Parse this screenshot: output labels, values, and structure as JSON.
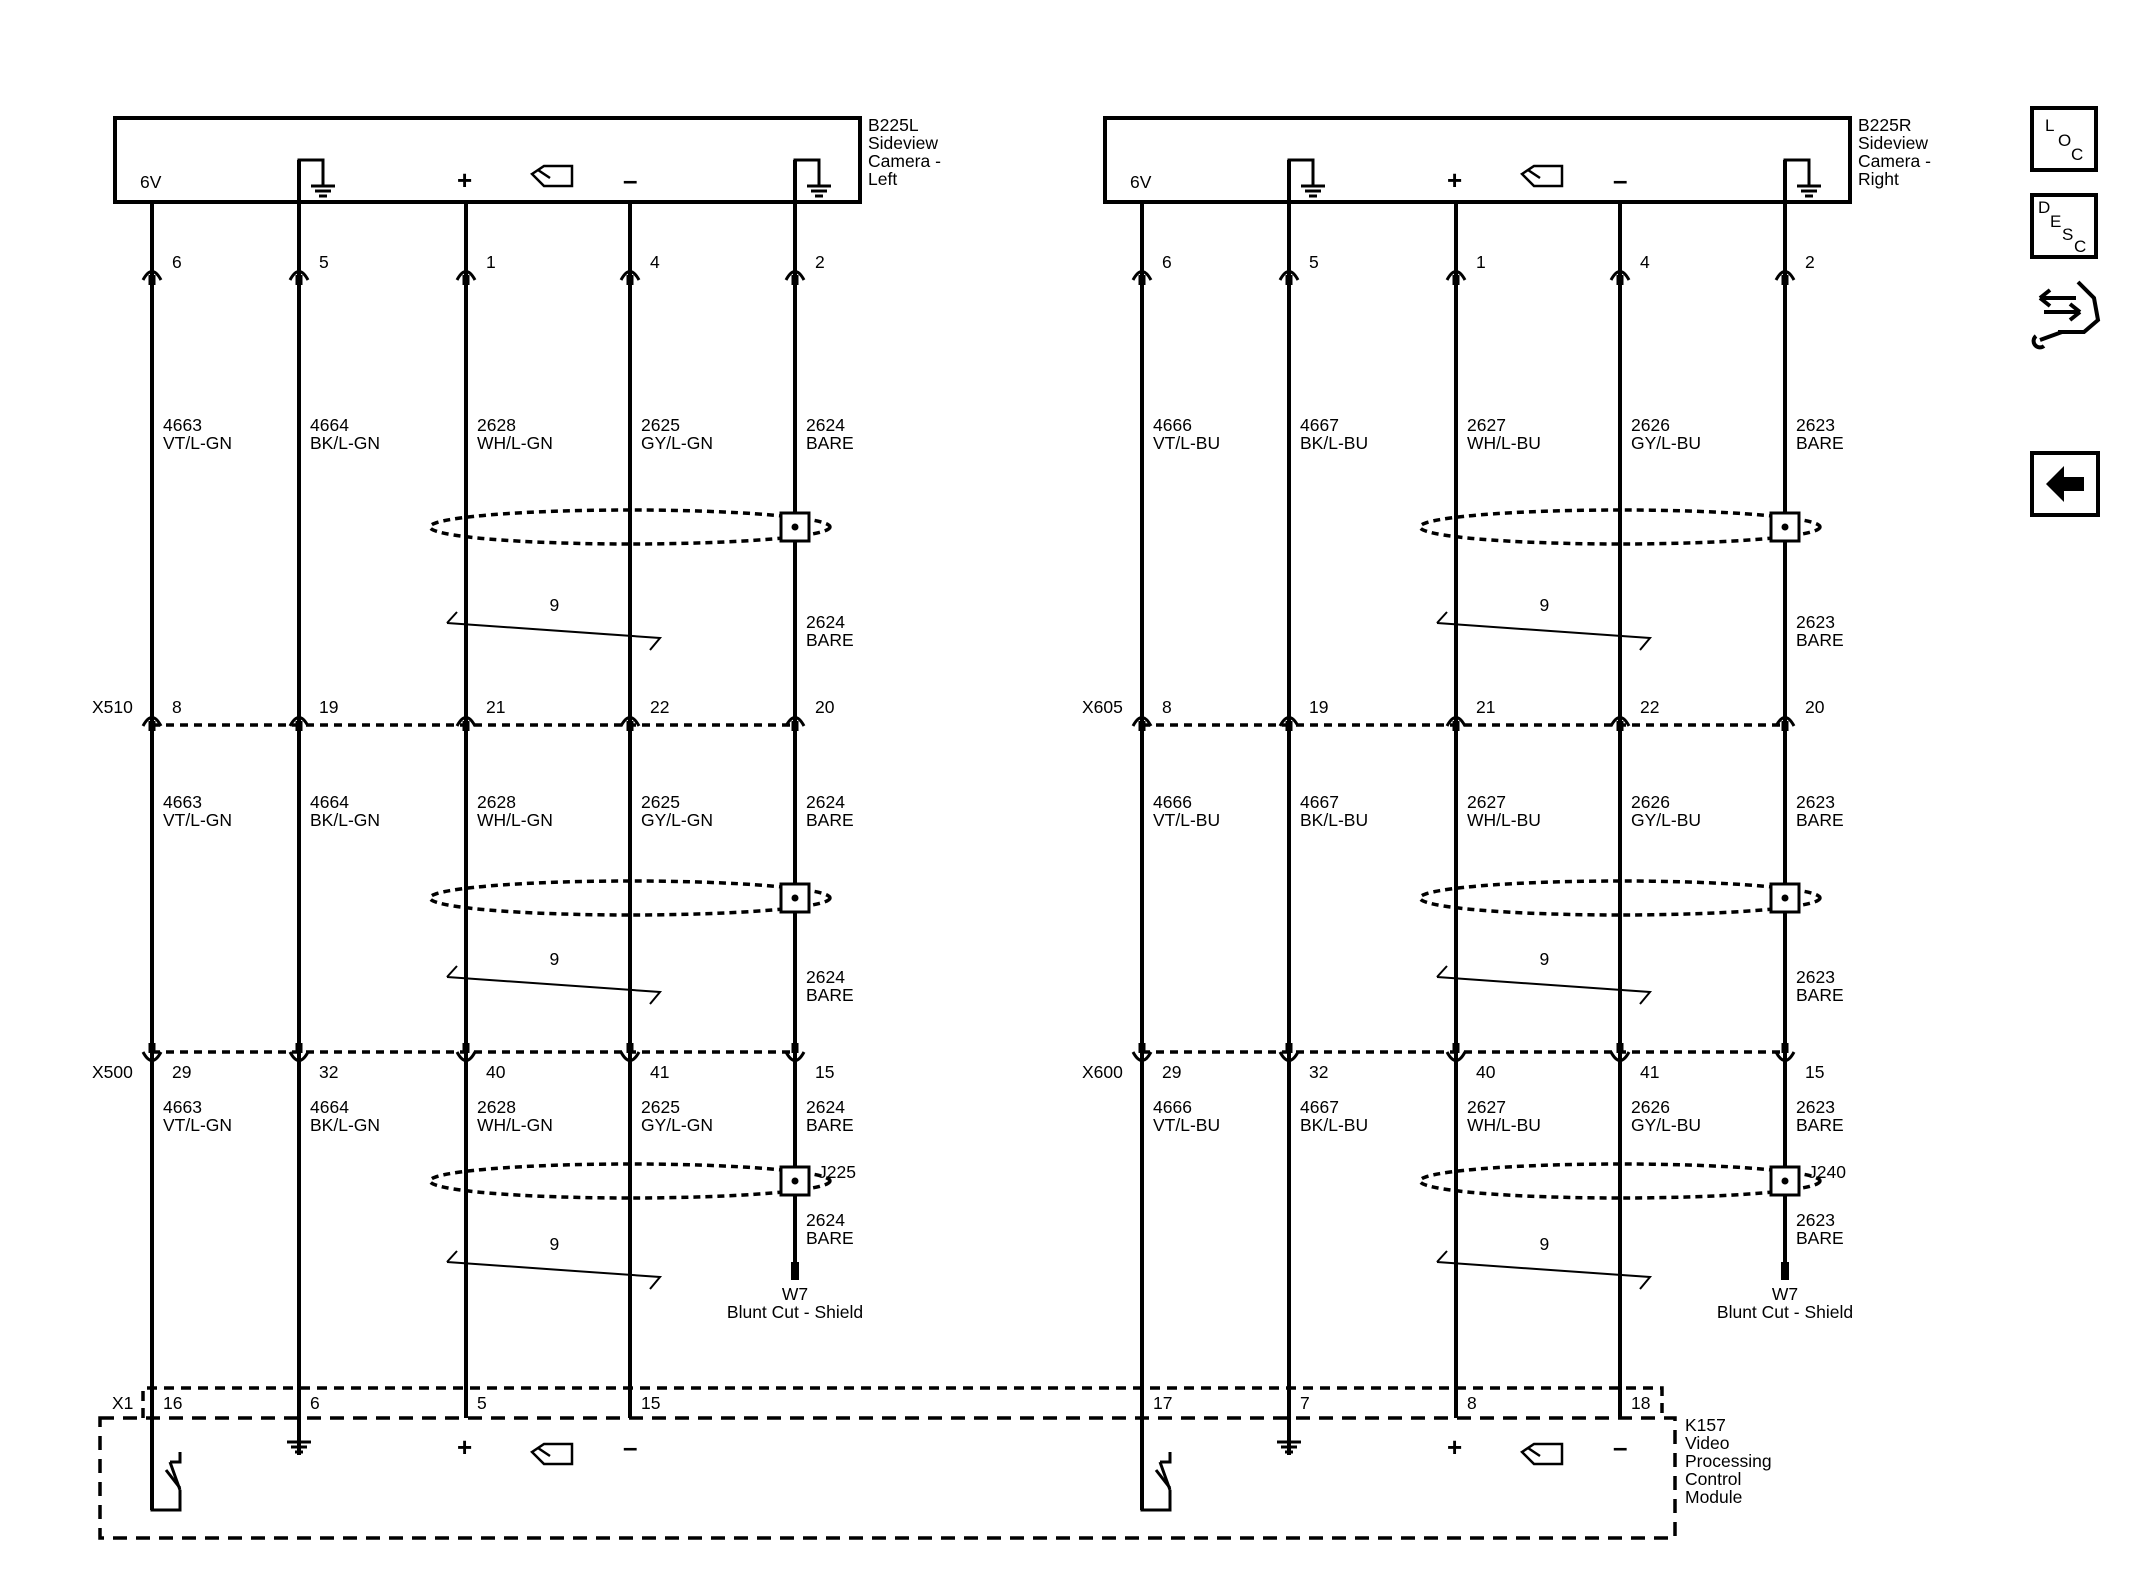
{
  "left": {
    "module_id": "B225L",
    "module_name": [
      "Sideview",
      "Camera -",
      "Left"
    ],
    "voltage_label": "6V",
    "circuits": [
      {
        "pin": "6",
        "circuit": "4663",
        "color": "VT/L-GN",
        "x510_pin": "8",
        "x500_pin": "29",
        "x1_pin": "16"
      },
      {
        "pin": "5",
        "circuit": "4664",
        "color": "BK/L-GN",
        "x510_pin": "19",
        "x500_pin": "32",
        "x1_pin": "6"
      },
      {
        "pin": "1",
        "circuit": "2628",
        "color": "WH/L-GN",
        "x510_pin": "21",
        "x500_pin": "40",
        "x1_pin": "5"
      },
      {
        "pin": "4",
        "circuit": "2625",
        "color": "GY/L-GN",
        "x510_pin": "22",
        "x500_pin": "41",
        "x1_pin": "15"
      },
      {
        "pin": "2",
        "circuit": "2624",
        "color": "BARE",
        "x510_pin": "20",
        "x500_pin": "15",
        "x1_pin": ""
      }
    ],
    "connector_upper": "X510",
    "connector_lower": "X500",
    "twist_count": "9",
    "splice": "J225",
    "drain_label": "W7",
    "drain_desc": "Blunt Cut - Shield"
  },
  "right": {
    "module_id": "B225R",
    "module_name": [
      "Sideview",
      "Camera -",
      "Right"
    ],
    "voltage_label": "6V",
    "circuits": [
      {
        "pin": "6",
        "circuit": "4666",
        "color": "VT/L-BU",
        "x510_pin": "8",
        "x500_pin": "29",
        "x1_pin": "17"
      },
      {
        "pin": "5",
        "circuit": "4667",
        "color": "BK/L-BU",
        "x510_pin": "19",
        "x500_pin": "32",
        "x1_pin": "7"
      },
      {
        "pin": "1",
        "circuit": "2627",
        "color": "WH/L-BU",
        "x510_pin": "21",
        "x500_pin": "40",
        "x1_pin": "8"
      },
      {
        "pin": "4",
        "circuit": "2626",
        "color": "GY/L-BU",
        "x510_pin": "22",
        "x500_pin": "41",
        "x1_pin": "18"
      },
      {
        "pin": "2",
        "circuit": "2623",
        "color": "BARE",
        "x510_pin": "20",
        "x500_pin": "15",
        "x1_pin": ""
      }
    ],
    "connector_upper": "X605",
    "connector_lower": "X600",
    "twist_count": "9",
    "splice": "J240",
    "drain_label": "W7",
    "drain_desc": "Blunt Cut - Shield"
  },
  "bottom_module": {
    "connector": "X1",
    "module_id": "K157",
    "module_name": [
      "Video",
      "Processing",
      "Control",
      "Module"
    ]
  },
  "symbols": {
    "plus": "+",
    "minus": "–"
  },
  "nav": {
    "loc": [
      "L",
      "O",
      "C"
    ],
    "desc": [
      "D",
      "E",
      "S",
      "C"
    ],
    "diag_icon": "diagnostic-connector-icon",
    "back_icon": "back-arrow-icon"
  }
}
